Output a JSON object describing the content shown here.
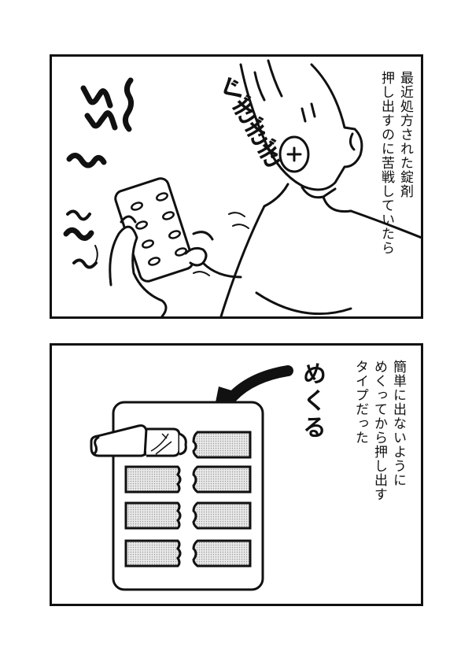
{
  "panel1": {
    "narration": [
      "最近処方された錠剤",
      "押し出すのに苦戦していたら"
    ],
    "sfx": "ぐぎぎぎ"
  },
  "panel2": {
    "narration": [
      "簡単に出ないように",
      "めくってから押し出す",
      "タイプだった"
    ],
    "sfx": "めくる"
  }
}
